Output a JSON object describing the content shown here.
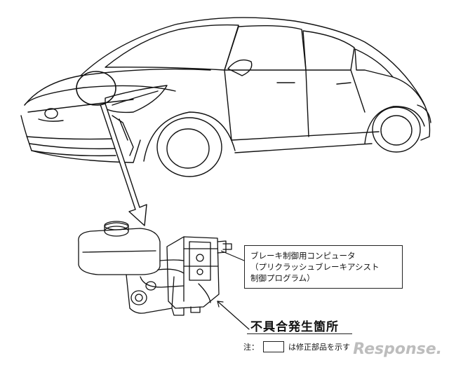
{
  "callout": {
    "line1": "ブレーキ制御用コンピュータ",
    "line2": "（プリクラッシュブレーキアシスト",
    "line3": "制御プログラム）"
  },
  "defect_label": "不具合発生箇所",
  "note": {
    "prefix": "注：",
    "suffix": "は修正部品を示す"
  },
  "watermark": "Response."
}
